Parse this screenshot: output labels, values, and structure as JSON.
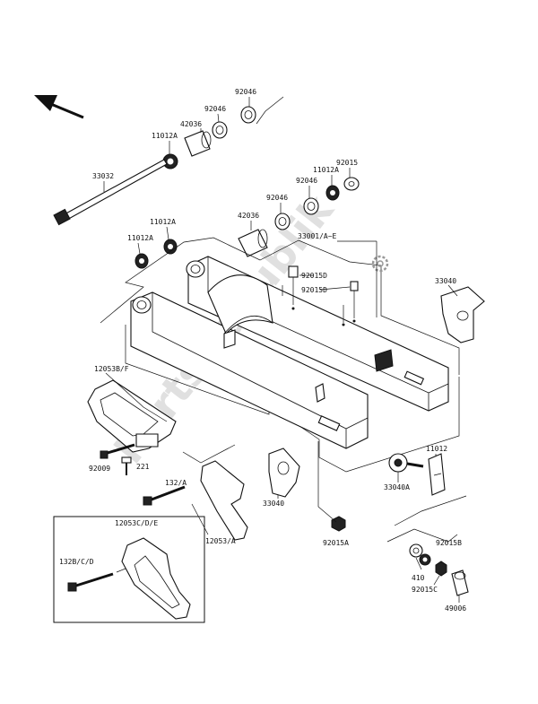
{
  "watermark": "PartsRepublik",
  "labels": {
    "p92046_top": "92046",
    "p92046_mid": "92046",
    "p42036_top": "42036",
    "p11012a_top": "11012A",
    "p33032": "33032",
    "p92015_r": "92015",
    "p11012a_r": "11012A",
    "p92046_r1": "92046",
    "p92046_r2": "92046",
    "p42036_r": "42036",
    "p11012a_l1": "11012A",
    "p11012a_l2": "11012A",
    "p33001": "33001/A~E",
    "p92015d_1": "92015D",
    "p92015d_2": "92015D",
    "p33040_r": "33040",
    "p12053bf": "12053B/F",
    "p92009": "92009",
    "p221": "221",
    "p132a": "132/A",
    "p12053a": "12053/A",
    "p33040_c": "33040",
    "p92015a": "92015A",
    "p11012": "11012",
    "p33040a": "33040A",
    "p92015b": "92015B",
    "p410": "410",
    "p92015c": "92015C",
    "p49006": "49006",
    "p12053cde": "12053C/D/E",
    "p132bcd": "132B/C/D"
  }
}
